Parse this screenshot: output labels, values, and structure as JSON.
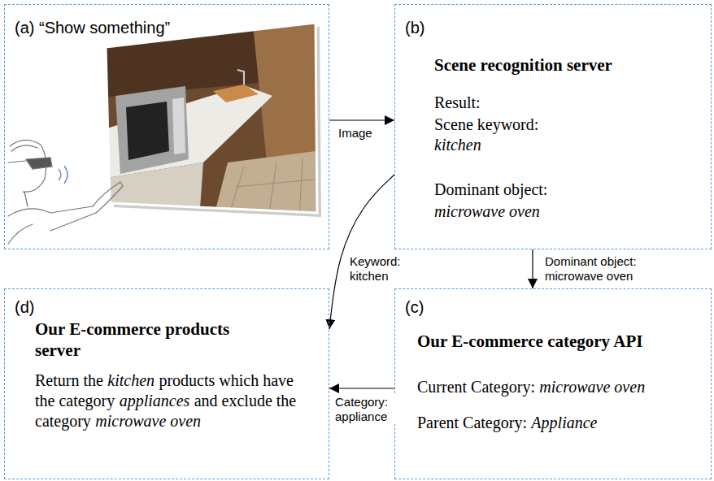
{
  "diagram": {
    "nodes": [
      {
        "text": [
          "(a) “Show something”"
        ]
      },
      {
        "text": [
          "(b)",
          "Scene recognition server",
          "Result:",
          "Scene keyword:",
          "kitchen",
          "Dominant object:",
          "microwave oven"
        ]
      },
      {
        "text": [
          "(c)",
          "Our E-commerce category API",
          "Current Category:",
          "microwave oven",
          "Parent Category:",
          "Appliance"
        ]
      },
      {
        "text": [
          "(d)",
          "Our E-commerce products server",
          "Return the",
          "kitchen",
          "products which have the category",
          "appliances",
          "and exclude the category",
          "microwave oven"
        ]
      }
    ],
    "edges": [
      {
        "from": 0,
        "to": 1,
        "arrow": "to",
        "label": "Image"
      },
      {
        "from": 1,
        "to": 2,
        "arrow": "to",
        "label": "Dominant object: microwave oven"
      },
      {
        "from": 1,
        "to": 3,
        "arrow": "to",
        "label": "Keyword: kitchen"
      },
      {
        "from": 2,
        "to": 3,
        "arrow": "to",
        "label": "Category: appliance"
      }
    ]
  }
}
